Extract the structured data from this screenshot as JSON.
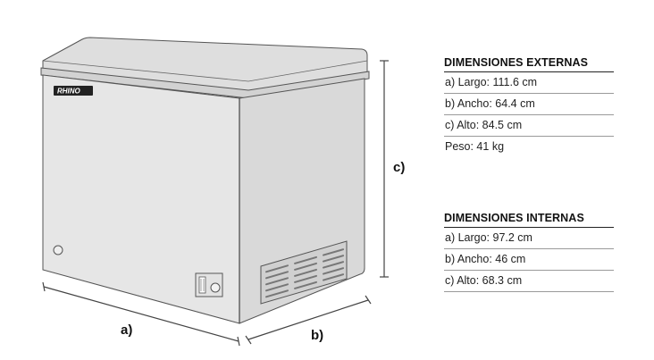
{
  "brand": {
    "logo": "RHINO"
  },
  "dimension_labels": {
    "a": "a)",
    "b": "b)",
    "c": "c)"
  },
  "external": {
    "title": "DIMENSIONES EXTERNAS",
    "rows": [
      "a) Largo: 111.6 cm",
      "b) Ancho: 64.4 cm",
      "c) Alto: 84.5 cm",
      "Peso: 41 kg"
    ]
  },
  "internal": {
    "title": "DIMENSIONES INTERNAS",
    "rows": [
      "a) Largo: 97.2 cm",
      "b) Ancho: 46 cm",
      "c) Alto: 68.3 cm"
    ]
  },
  "colors": {
    "body": "#e6e6e6",
    "side": "#d9d9d9",
    "lid": "#dcdcdc",
    "outline": "#555555"
  },
  "icons": [
    "lock-knob-icon",
    "thermostat-control-icon",
    "vent-grille-icon",
    "brand-logo-icon"
  ]
}
